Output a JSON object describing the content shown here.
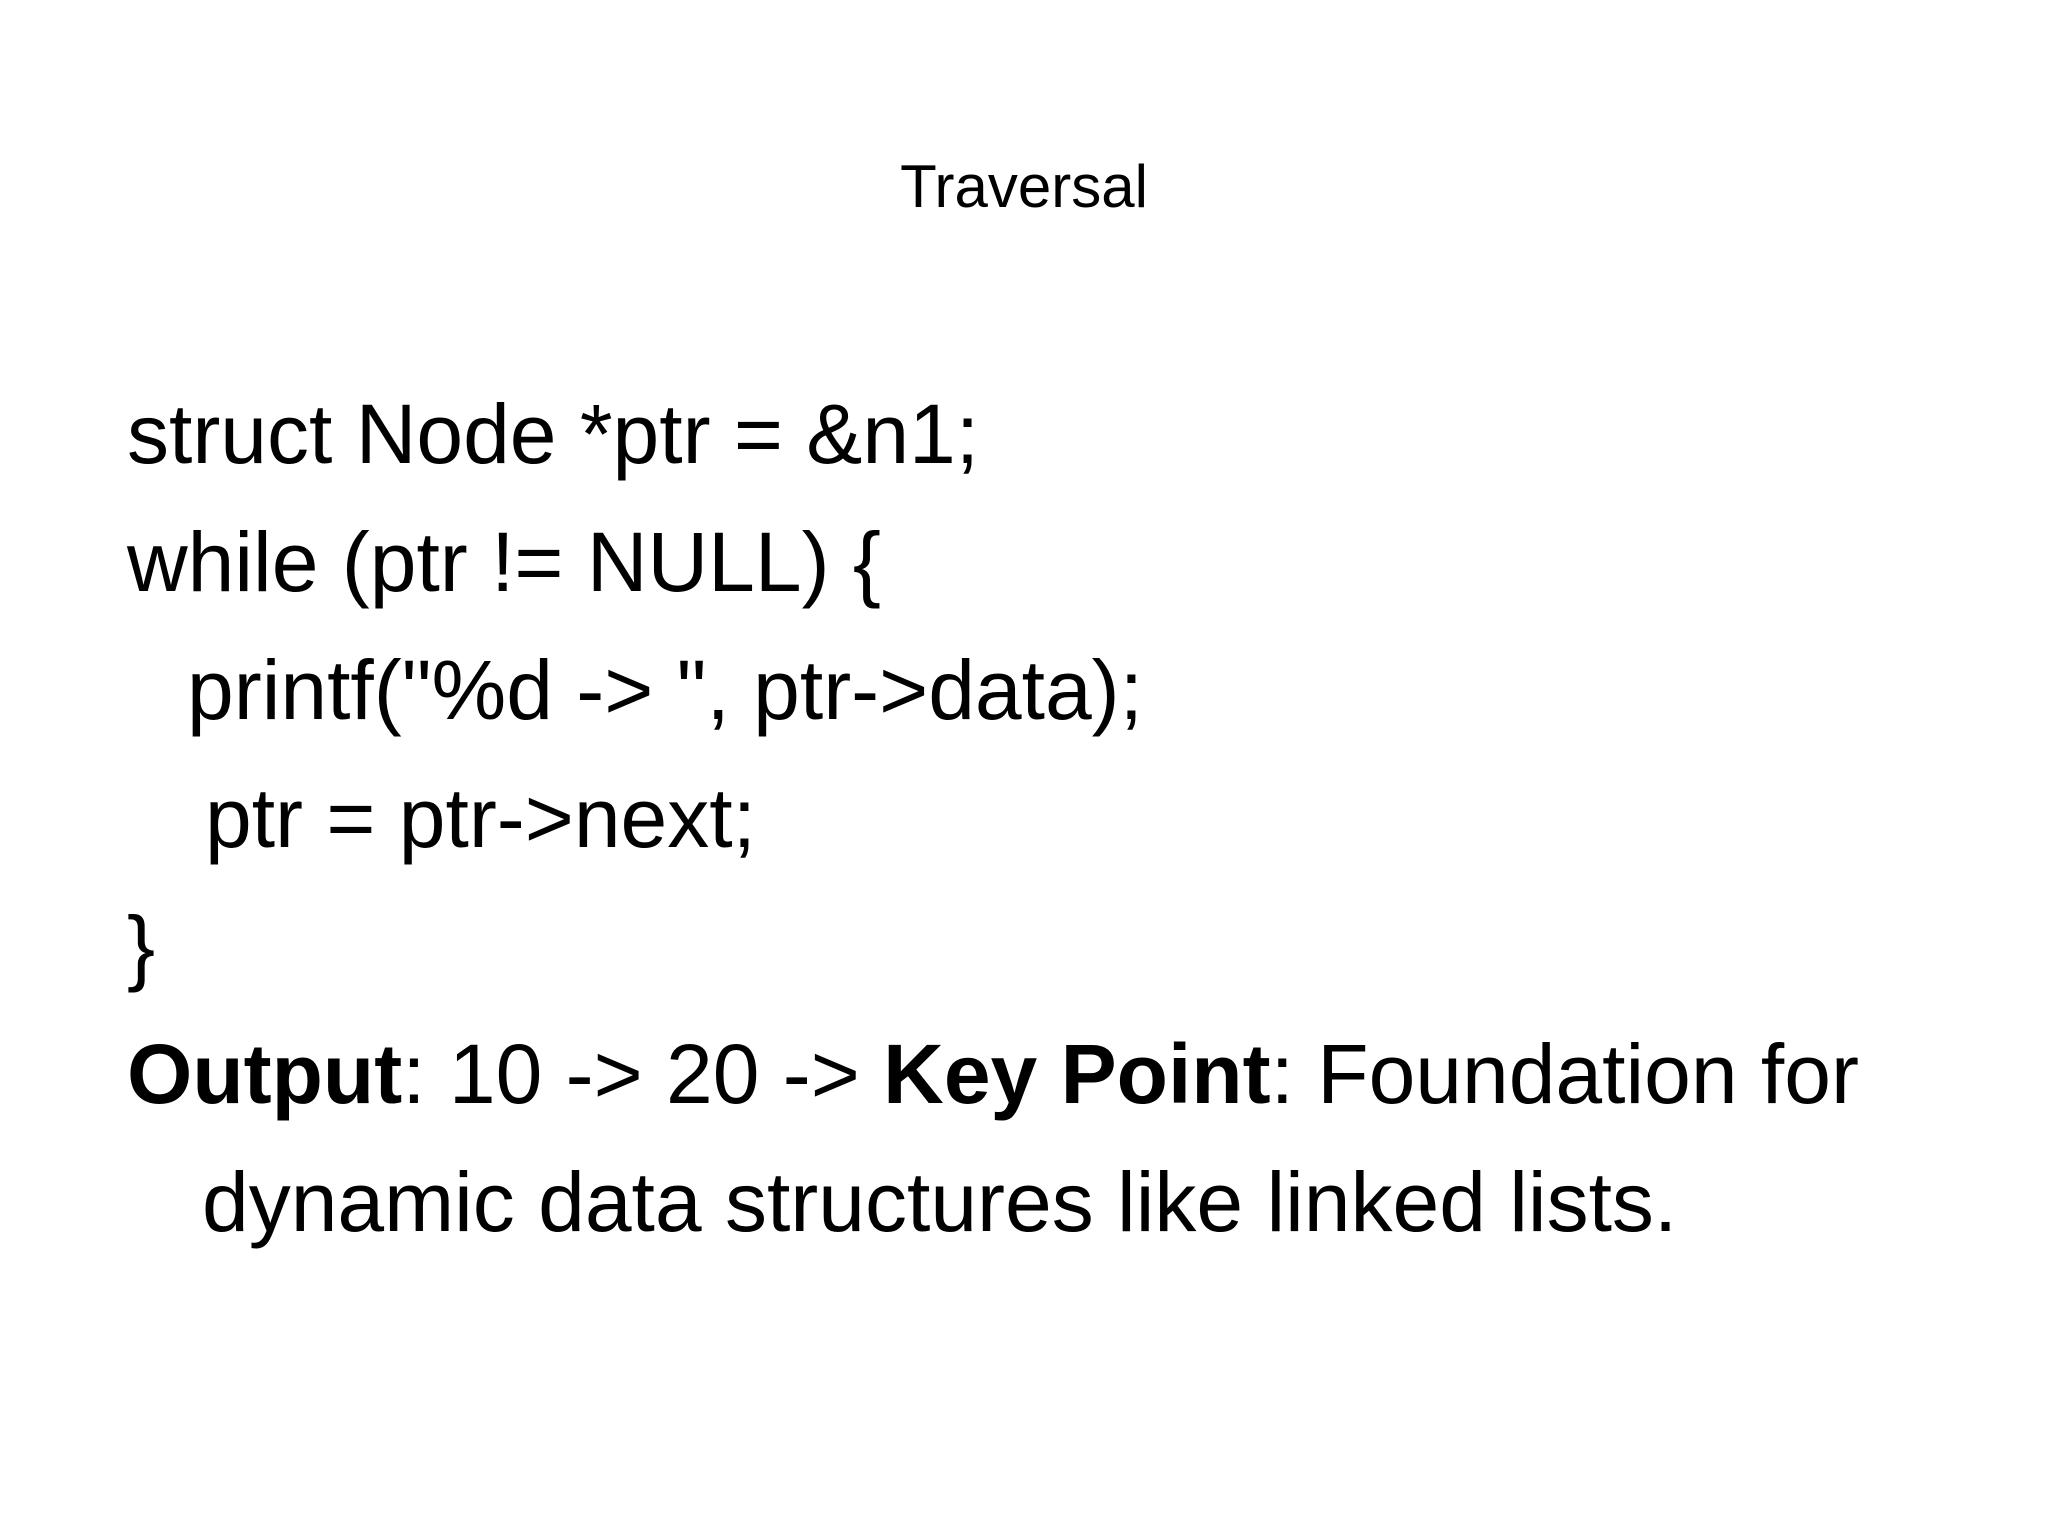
{
  "slide": {
    "title": "Traversal",
    "code_lines": [
      "struct Node *ptr = &n1;",
      "while (ptr != NULL) {",
      "printf(\"%d -> \", ptr->data);",
      "ptr = ptr->next;",
      "}"
    ],
    "output": {
      "label": "Output",
      "sequence": ": 10 -> 20 -> ",
      "keypoint_label": "Key Point",
      "keypoint_text": ": Foundation for dynamic data structures like linked lists."
    },
    "colors": {
      "background": "#ffffff",
      "text": "#000000"
    }
  }
}
